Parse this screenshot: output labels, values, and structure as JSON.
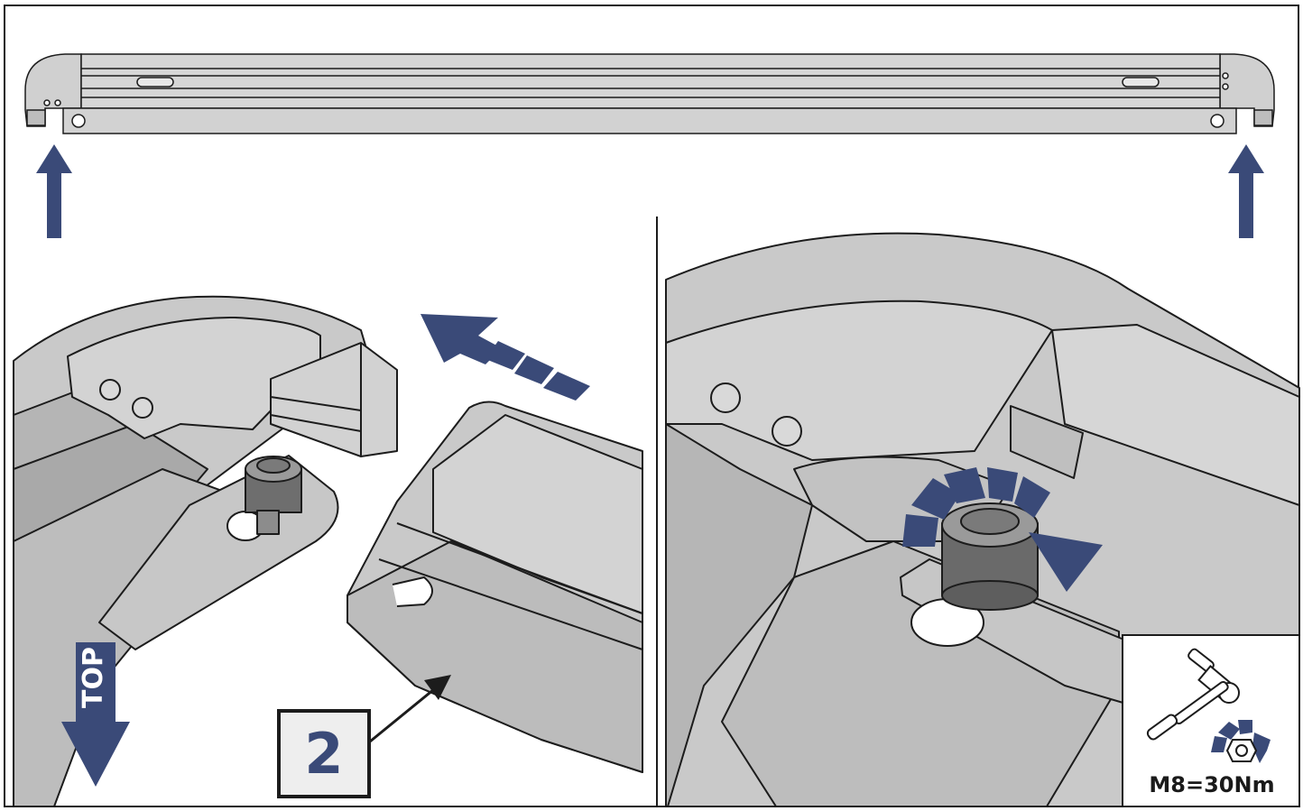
{
  "labels": {
    "top": "TOP",
    "step": "2",
    "torque": "M8=30Nm"
  },
  "colors": {
    "arrow": "#3a4a78",
    "metal": "#c9c9c9",
    "metal_dark": "#8e8e8e",
    "outline": "#1c1c1c",
    "step_box_fill": "#eeeeee"
  },
  "icons": [
    "up-arrow-icon",
    "push-direction-arrow-icon",
    "down-arrow-icon",
    "rotate-clockwise-icon",
    "ratchet-wrench-icon"
  ]
}
